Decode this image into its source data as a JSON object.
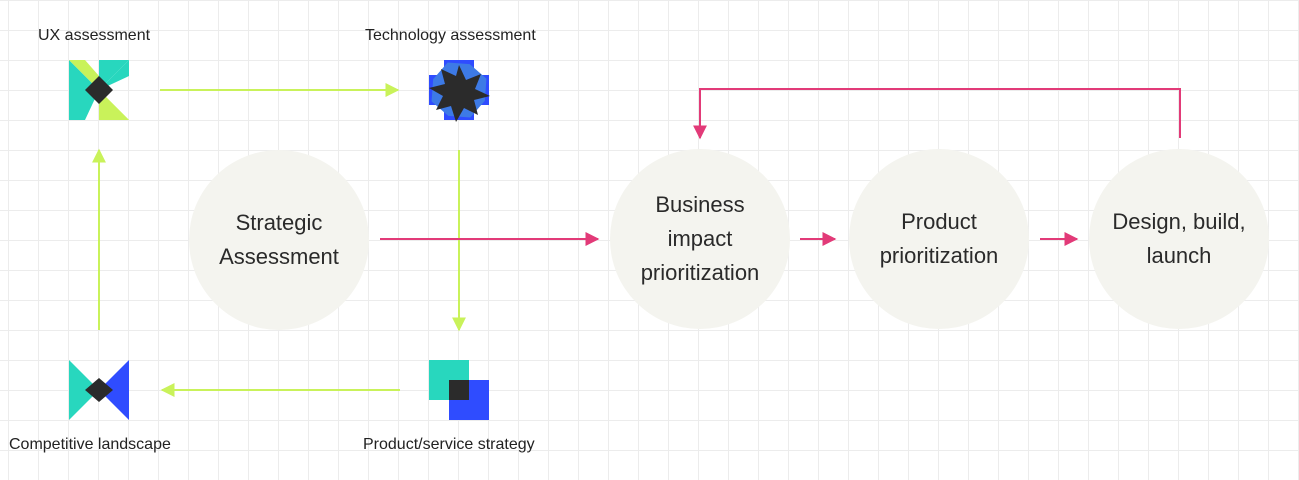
{
  "colors": {
    "lime": "#c9f25a",
    "teal": "#28d7be",
    "blue": "#2f4cff",
    "sky": "#3d7ae6",
    "dark": "#2b2b2b",
    "pink": "#e23a78",
    "circle_fill": "#f4f4ef"
  },
  "nodes": {
    "ux": {
      "label": "UX assessment",
      "icon": "ux-assessment-icon"
    },
    "tech": {
      "label": "Technology assessment",
      "icon": "technology-assessment-icon"
    },
    "product_strategy": {
      "label": "Product/service strategy",
      "icon": "product-strategy-icon"
    },
    "competitive": {
      "label": "Competitive landscape",
      "icon": "competitive-landscape-icon"
    }
  },
  "stages": {
    "strategic": {
      "lines": [
        "Strategic",
        "Assessment"
      ]
    },
    "business": {
      "lines": [
        "Business",
        "impact",
        "prioritization"
      ]
    },
    "product": {
      "lines": [
        "Product",
        "prioritization"
      ]
    },
    "design": {
      "lines": [
        "Design, build,",
        "launch"
      ]
    }
  }
}
